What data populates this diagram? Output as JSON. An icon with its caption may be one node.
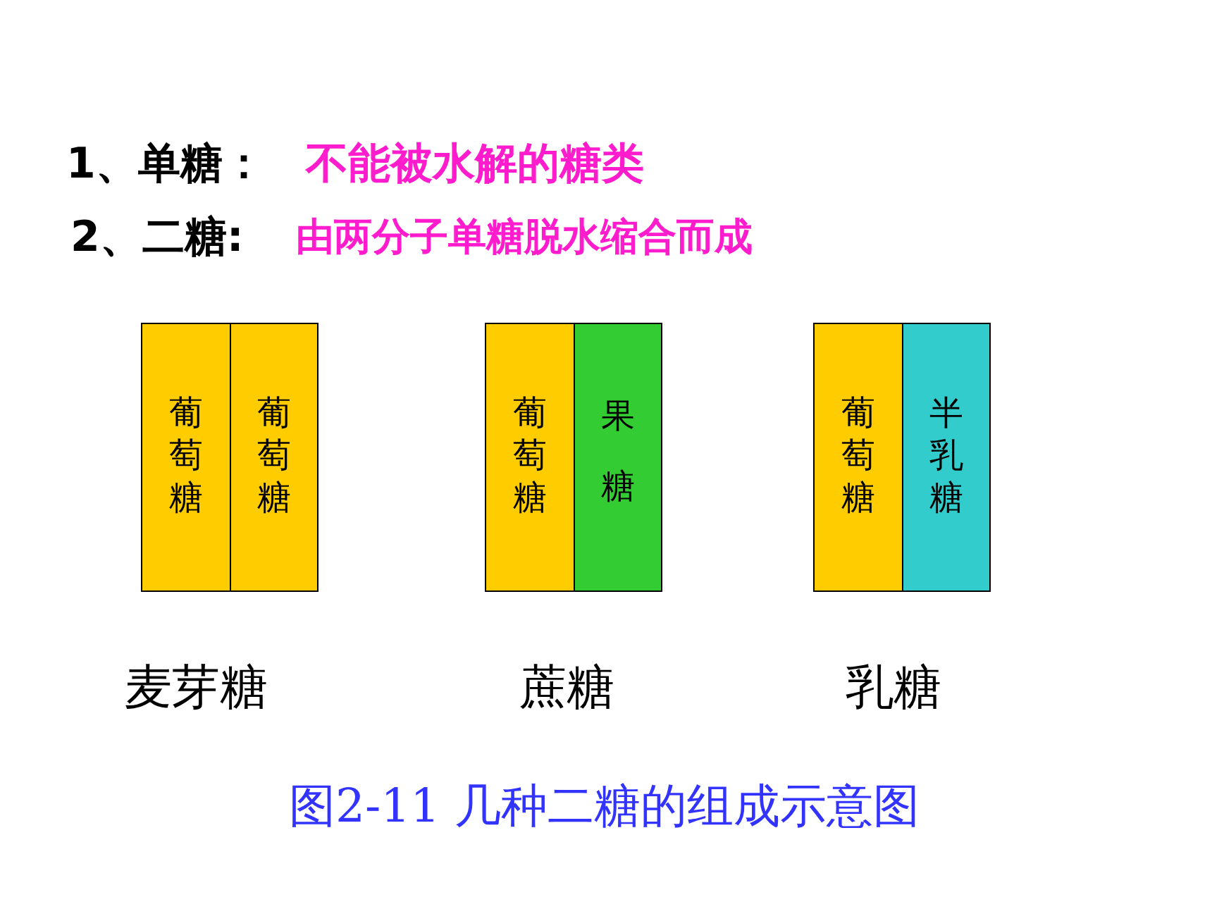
{
  "diagram": {
    "caption": "图2-11 几种二糖的组成示意图",
    "nodes": [
      {
        "text": [],
        "shape": "box",
        "beside": [
          "麦芽糖"
        ]
      },
      {
        "text": [
          "葡萄糖"
        ],
        "in": 0
      },
      {
        "text": [
          "葡萄糖"
        ],
        "in": 0
      },
      {
        "text": [],
        "shape": "box",
        "beside": [
          "蔗糖"
        ]
      },
      {
        "text": [
          "葡萄糖"
        ],
        "in": 3
      },
      {
        "text": [
          "果糖"
        ],
        "in": 3
      },
      {
        "text": [],
        "shape": "box",
        "beside": [
          "乳糖"
        ]
      },
      {
        "text": [
          "葡萄糖"
        ],
        "in": 6
      },
      {
        "text": [
          "半乳糖"
        ],
        "in": 6
      }
    ],
    "labels": [
      "1、单糖：",
      "不能被水解的糖类",
      "2、二糖:",
      "由两分子单糖脱水缩合而成"
    ]
  }
}
